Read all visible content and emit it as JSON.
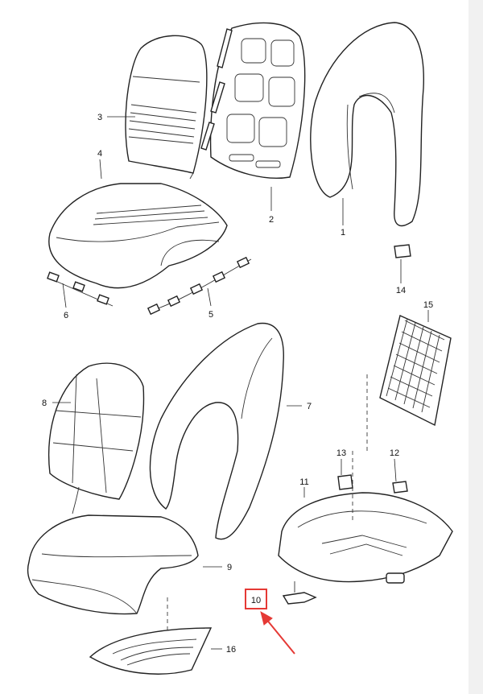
{
  "callouts": [
    {
      "id": "c1",
      "text": "1"
    },
    {
      "id": "c2",
      "text": "2"
    },
    {
      "id": "c3",
      "text": "3"
    },
    {
      "id": "c4",
      "text": "4"
    },
    {
      "id": "c5",
      "text": "5"
    },
    {
      "id": "c6",
      "text": "6"
    },
    {
      "id": "c7",
      "text": "7"
    },
    {
      "id": "c8",
      "text": "8"
    },
    {
      "id": "c9",
      "text": "9"
    },
    {
      "id": "c10",
      "text": "10"
    },
    {
      "id": "c11",
      "text": "11"
    },
    {
      "id": "c12",
      "text": "12"
    },
    {
      "id": "c13",
      "text": "13"
    },
    {
      "id": "c14",
      "text": "14"
    },
    {
      "id": "c15",
      "text": "15"
    },
    {
      "id": "c16",
      "text": "16"
    }
  ],
  "highlight": {
    "part": "10",
    "color": "#e53935"
  },
  "colors": {
    "line": "#222222",
    "background": "#ffffff",
    "strip": "#f1f1f1"
  }
}
